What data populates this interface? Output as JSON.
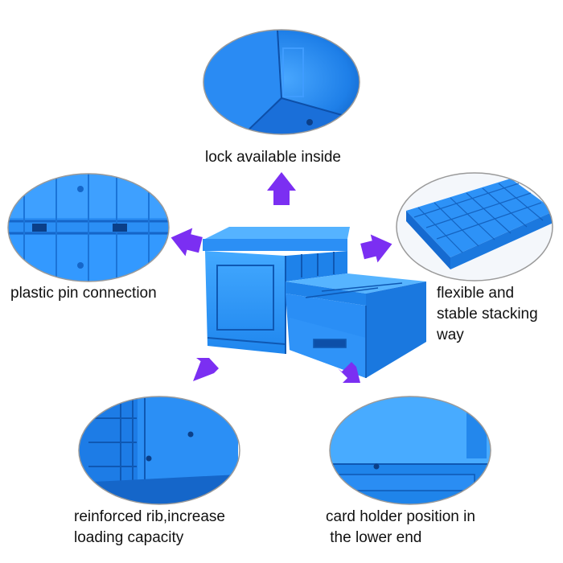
{
  "labels": {
    "lock": "lock available inside",
    "pin": "plastic pin connection",
    "stack_line1": "flexible and",
    "stack_line2": "stable stacking",
    "stack_line3": "way",
    "rib_line1": "reinforced rib,increase",
    "rib_line2": "loading capacity",
    "card_line1": "card holder position in",
    "card_line2": " the lower end"
  },
  "colors": {
    "plastic": "#1e90ff",
    "plastic_dark": "#0a62c9",
    "plastic_light": "#59b4ff",
    "arrow": "#7b2ff2",
    "ellipse_border": "#9a9a9a"
  },
  "icons": [
    "arrow-up-icon",
    "arrow-left-icon",
    "arrow-right-icon",
    "arrow-down-left-icon",
    "arrow-down-right-icon"
  ]
}
